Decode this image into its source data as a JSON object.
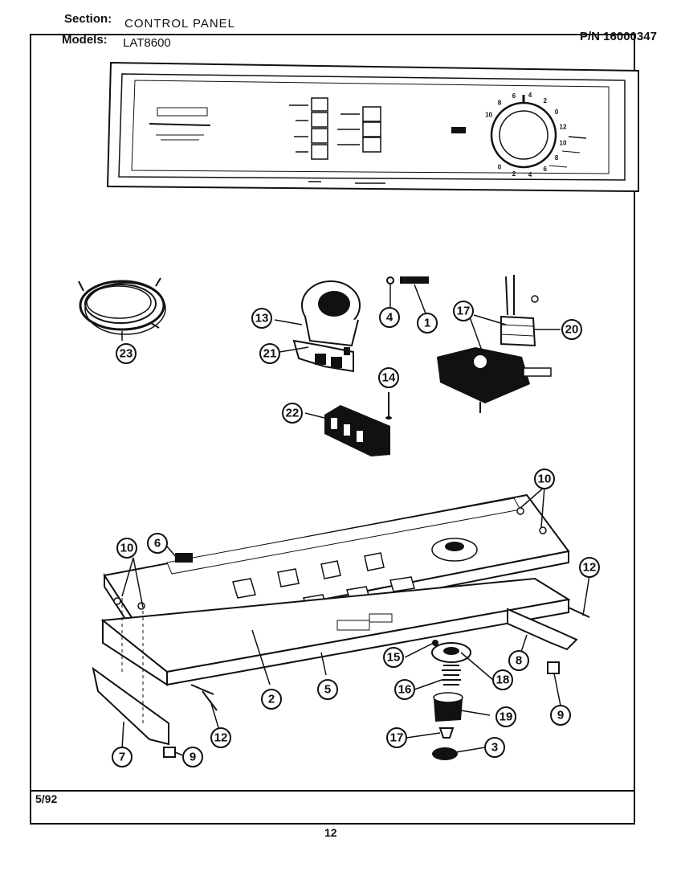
{
  "header": {
    "section_label": "Section:",
    "section_value": "CONTROL PANEL",
    "models_label": "Models:",
    "models_value": "LAT8600",
    "pn": "P/N 16000347"
  },
  "footer": {
    "date": "5/92",
    "page_number": "12"
  },
  "callouts": [
    "23",
    "13",
    "21",
    "4",
    "1",
    "17",
    "20",
    "14",
    "22",
    "10",
    "6",
    "10",
    "12",
    "2",
    "5",
    "15",
    "16",
    "18",
    "8",
    "9",
    "17",
    "19",
    "3",
    "7",
    "9",
    "12"
  ],
  "control_panel": {
    "dial_numbers": [
      "10",
      "8",
      "6",
      "4",
      "2",
      "0",
      "12",
      "10",
      "8",
      "6",
      "4",
      "2",
      "0"
    ]
  }
}
